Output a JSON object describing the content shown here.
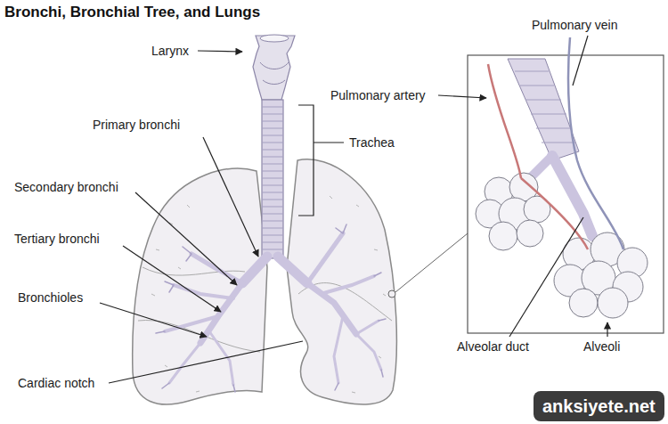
{
  "diagram": {
    "title": "Bronchi, Bronchial Tree, and Lungs",
    "nodes": [
      {
        "text": [
          "anksiyete.net"
        ]
      }
    ],
    "labels": [
      "Larynx",
      "Pulmonary vein",
      "Pulmonary artery",
      "Trachea",
      "Primary bronchi",
      "Secondary bronchi",
      "Tertiary bronchi",
      "Bronchioles",
      "Cardiac notch",
      "Alveolar duct",
      "Alveoli"
    ]
  }
}
